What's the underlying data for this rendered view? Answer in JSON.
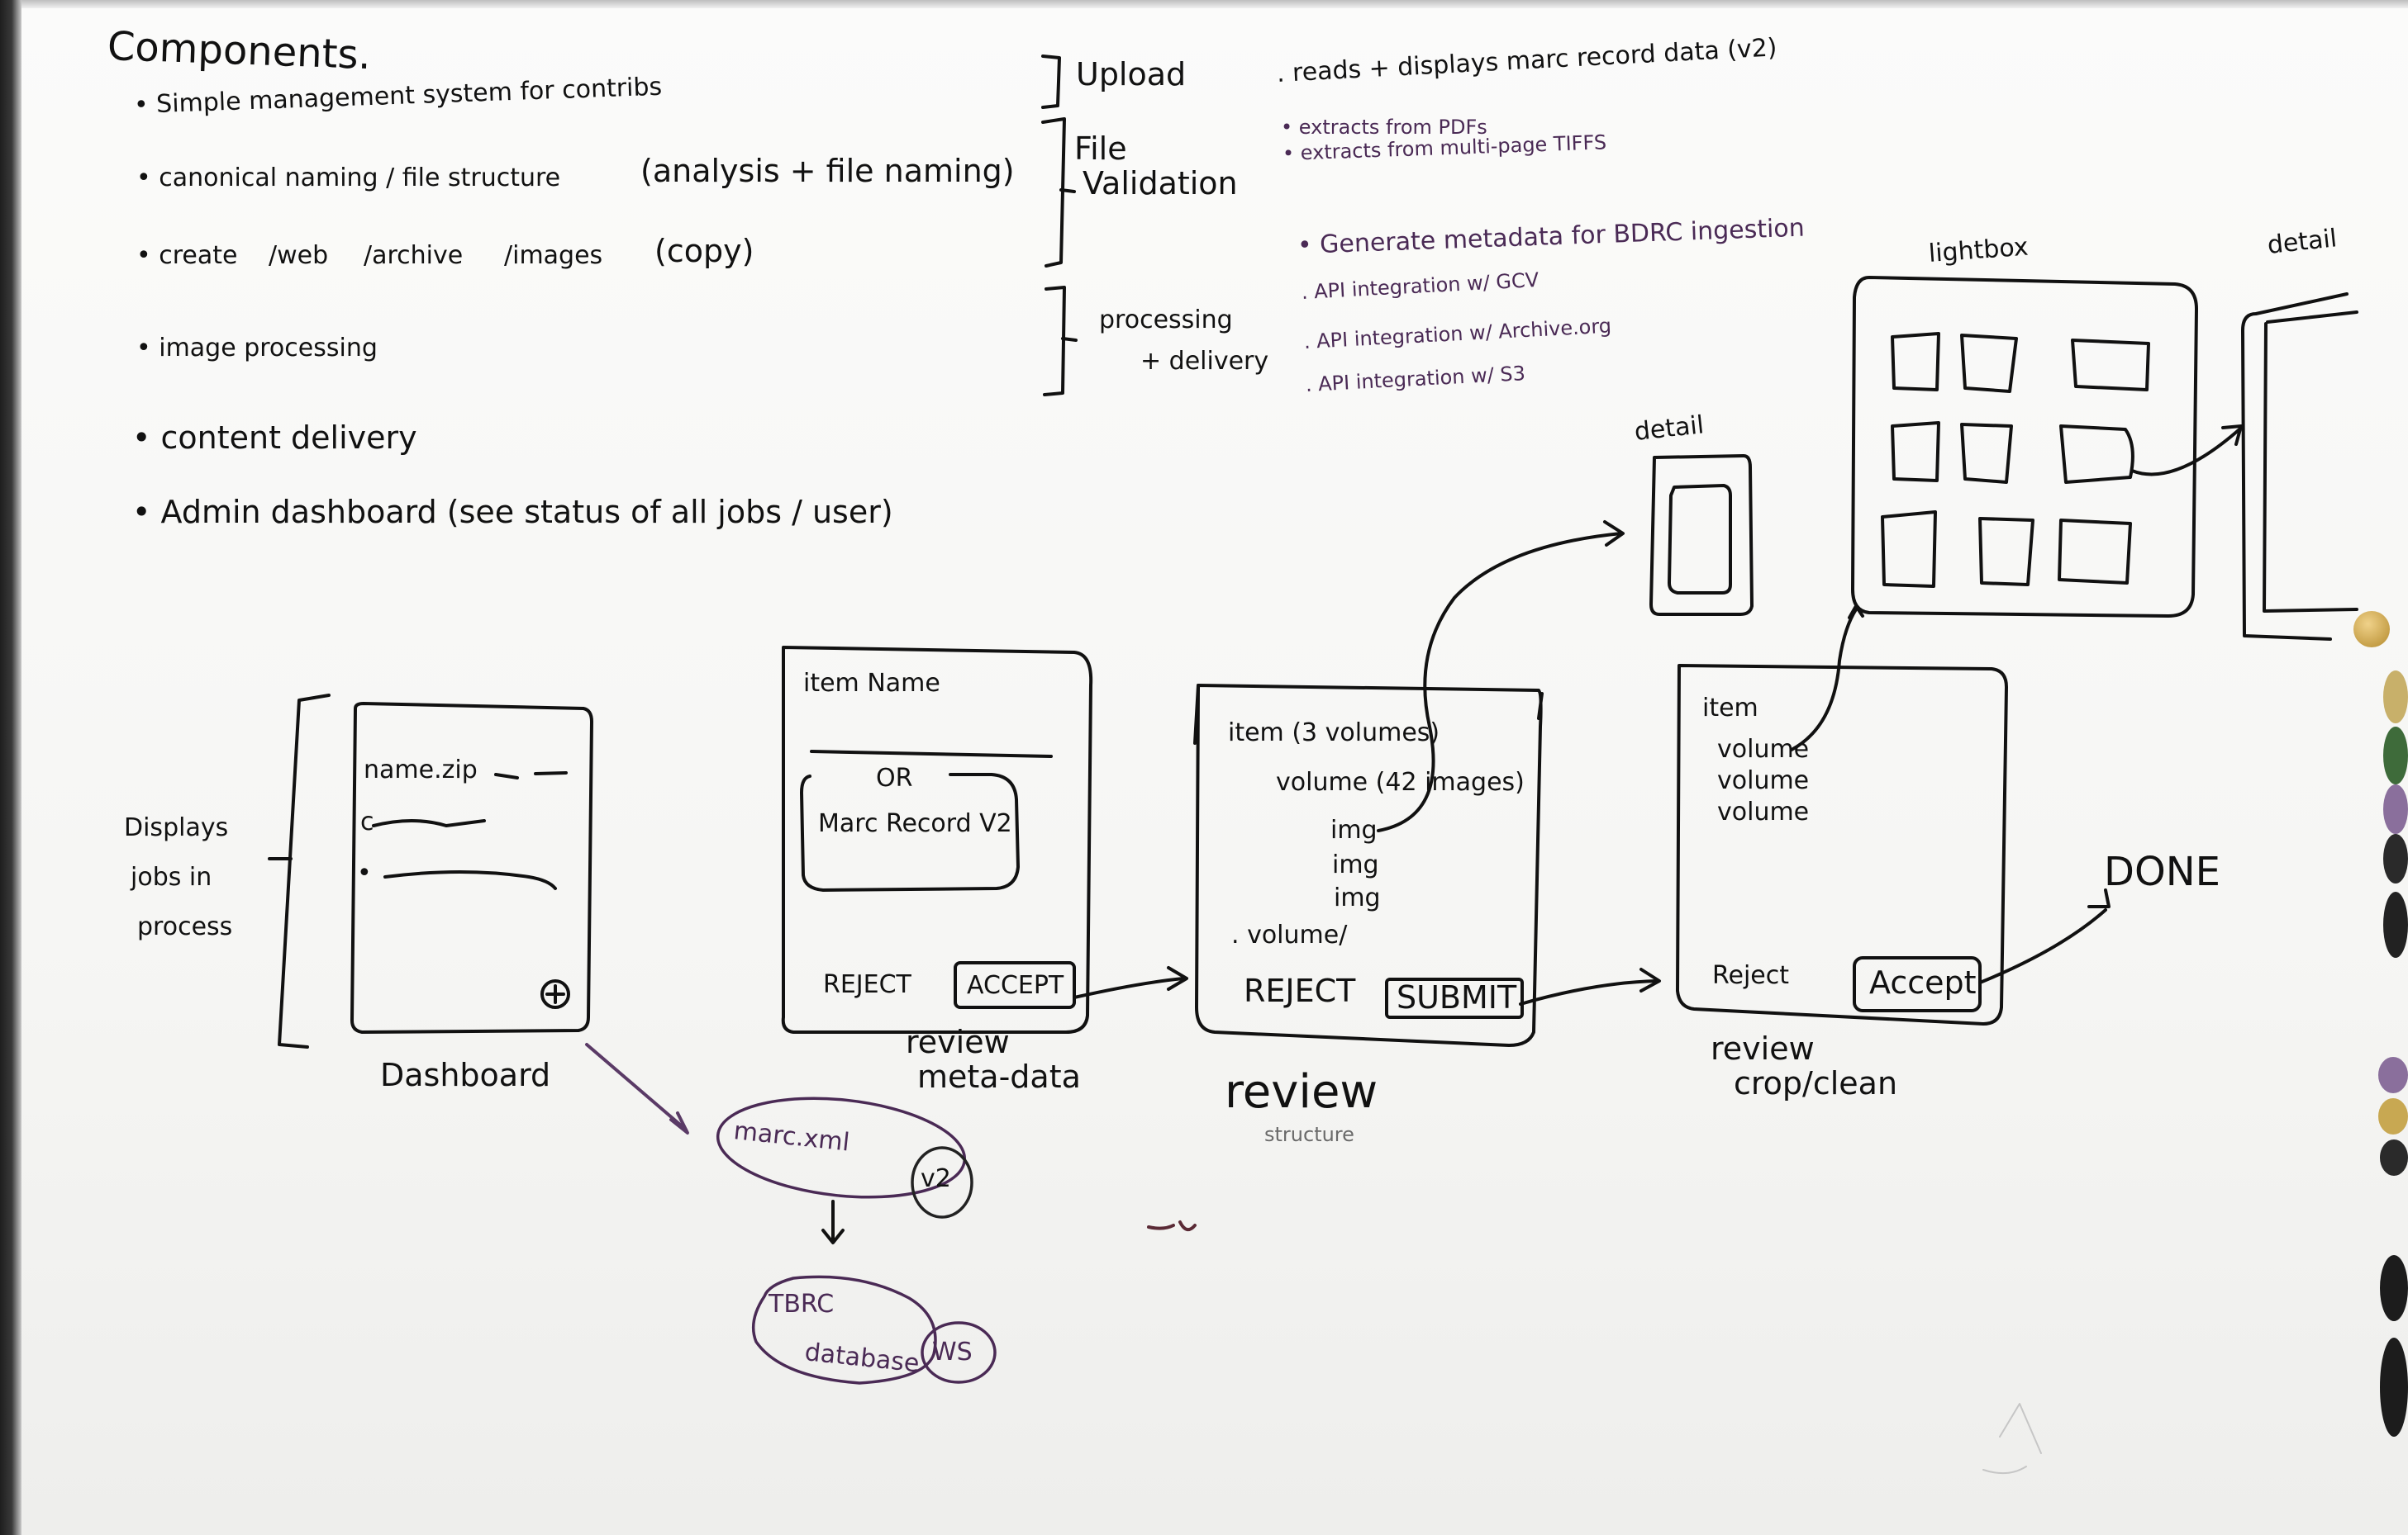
{
  "title": "Components.",
  "components": [
    "• Simple management system for contribs",
    "• canonical naming / file structure",
    "(analysis + file naming)",
    "• create",
    "/web",
    "/archive",
    "/images",
    "(copy)",
    "• image processing",
    "• content delivery",
    "• Admin dashboard (see status of all jobs / user)"
  ],
  "stages": {
    "upload": "Upload",
    "file_validation_1": "File",
    "file_validation_2": "Validation",
    "processing_1": "processing",
    "processing_2": "+ delivery"
  },
  "notes": {
    "reads": ". reads + displays marc record data (v2)",
    "extract_pdf": "• extracts from PDFs",
    "extract_tiff": "• extracts from multi-page TIFFS",
    "generate": "• Generate metadata for BDRC ingestion",
    "api_gcv": ". API integration w/ GCV",
    "api_archive": ". API integration w/ Archive.org",
    "api_s3": ". API integration w/ S3"
  },
  "left_label": [
    "Displays",
    "jobs in",
    "process"
  ],
  "dashboard": {
    "rows": [
      "name.zip",
      "c",
      "•"
    ],
    "plus": "+",
    "caption": "Dashboard"
  },
  "metadata_card": {
    "header": "item Name",
    "or": "OR",
    "marc": "Marc Record V2",
    "reject": "REJECT",
    "accept": "ACCEPT",
    "caption_1": "review",
    "caption_2": "meta-data"
  },
  "structure_card": {
    "lines": [
      "item (3 volumes)",
      "volume (42 images)",
      "img",
      "img",
      "img",
      ". volume/"
    ],
    "reject": "REJECT",
    "submit": "SUBMIT",
    "caption": "review",
    "caption_sub": "structure"
  },
  "crop_card": {
    "lines": [
      "item",
      "volume",
      "volume",
      "volume"
    ],
    "reject": "Reject",
    "accept": "Accept",
    "caption_1": "review",
    "caption_2": "crop/clean"
  },
  "detail_small": "detail",
  "lightbox": "lightbox",
  "detail_right": "detail",
  "done": "DONE",
  "marc_xml": "marc.xml",
  "v2": "v2",
  "tbrc_1": "TBRC",
  "tbrc_2": "database",
  "ws": "WS"
}
